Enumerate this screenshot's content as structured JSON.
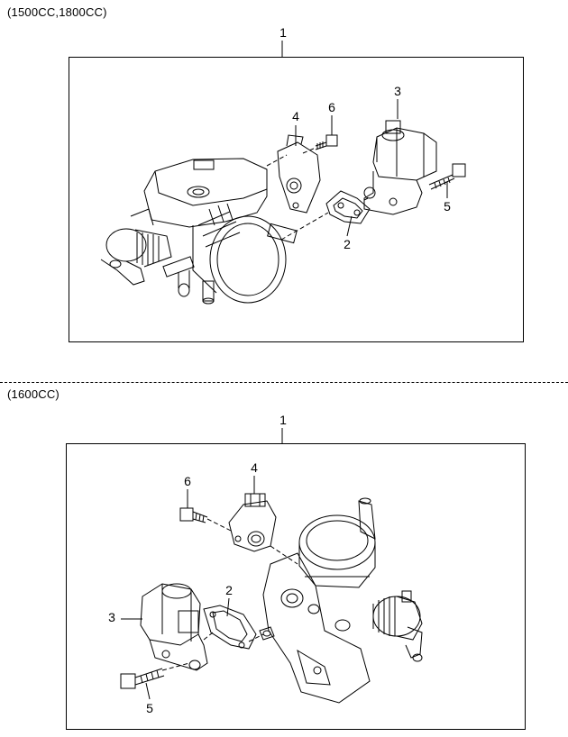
{
  "sections": [
    {
      "caption": "(1500CC,1800CC)",
      "assembly_number": "1",
      "callouts": {
        "p2": "2",
        "p3": "3",
        "p4": "4",
        "p5": "5",
        "p6": "6"
      }
    },
    {
      "caption": "(1600CC)",
      "assembly_number": "1",
      "callouts": {
        "p2": "2",
        "p3": "3",
        "p4": "4",
        "p5": "5",
        "p6": "6"
      }
    }
  ]
}
